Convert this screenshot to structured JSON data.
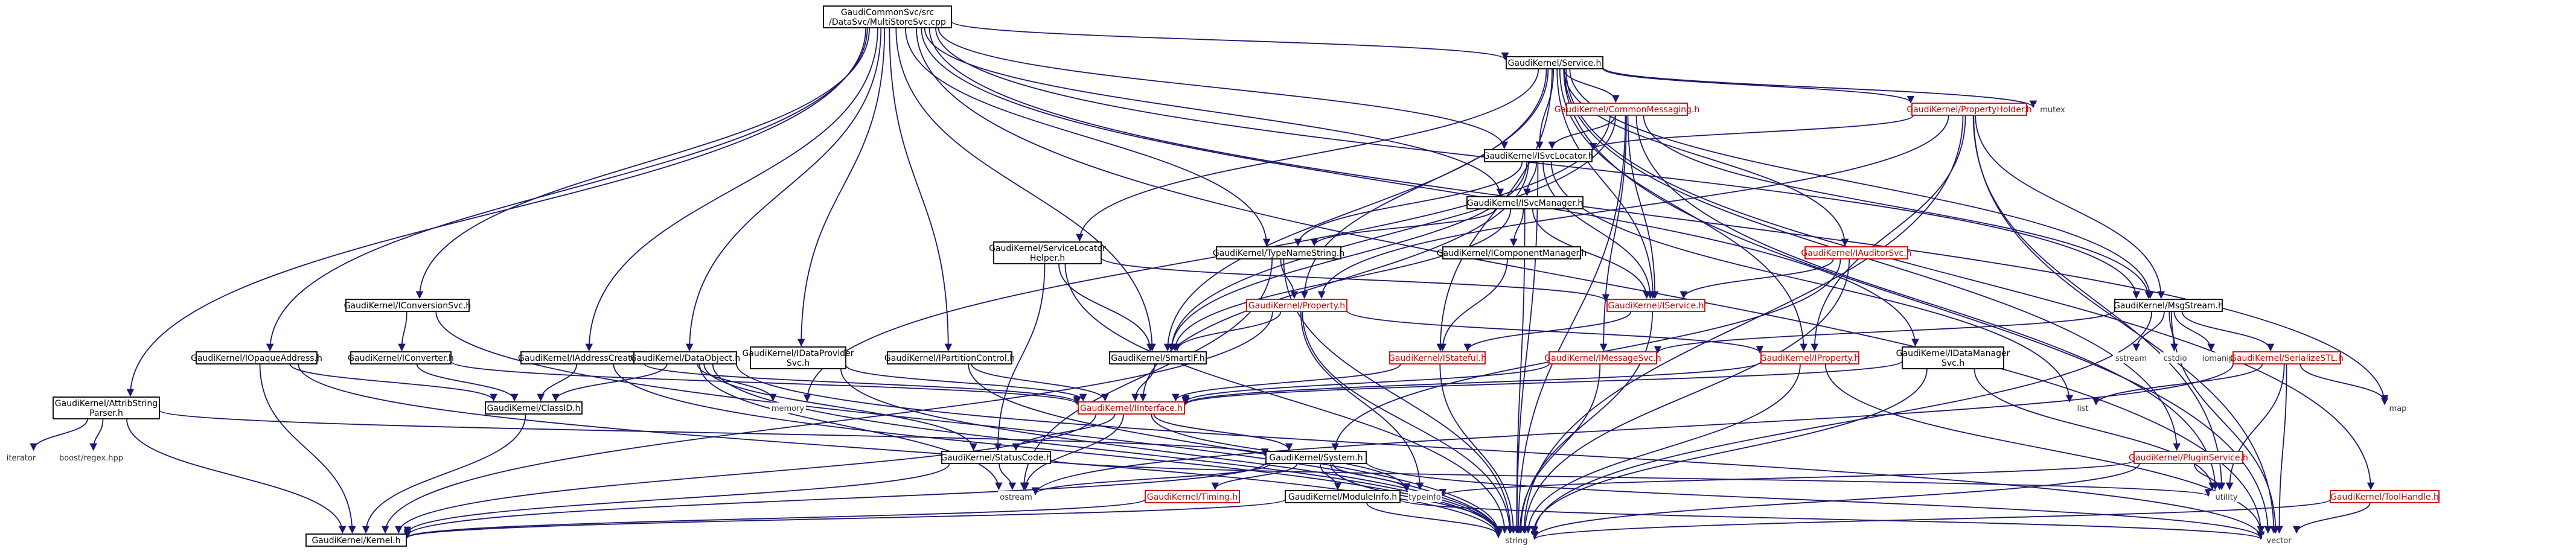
{
  "diagram": {
    "kind": "include dependency graph",
    "colors": {
      "edge": "#191970",
      "box_border": "#000000",
      "box_border_red": "#cc0000",
      "root_fill": "#bfbfbf",
      "label": "#000000",
      "label_red": "#cc0000",
      "plain_label": "#333333"
    },
    "nodes": [
      {
        "id": "root",
        "lines": [
          "GaudiCommonSvc/src",
          "/DataSvc/MultiStoreSvc.cpp"
        ],
        "style": "root"
      },
      {
        "id": "service",
        "lines": [
          "GaudiKernel/Service.h"
        ],
        "style": "black"
      },
      {
        "id": "commonmsg",
        "lines": [
          "GaudiKernel/CommonMessaging.h"
        ],
        "style": "red"
      },
      {
        "id": "propholder",
        "lines": [
          "GaudiKernel/PropertyHolder.h"
        ],
        "style": "red"
      },
      {
        "id": "mutex",
        "lines": [
          "mutex"
        ],
        "style": "plain"
      },
      {
        "id": "isvclocator",
        "lines": [
          "GaudiKernel/ISvcLocator.h"
        ],
        "style": "black"
      },
      {
        "id": "isvcmanager",
        "lines": [
          "GaudiKernel/ISvcManager.h"
        ],
        "style": "black"
      },
      {
        "id": "servicelocator",
        "lines": [
          "GaudiKernel/ServiceLocator",
          "Helper.h"
        ],
        "style": "black"
      },
      {
        "id": "typenamestring",
        "lines": [
          "GaudiKernel/TypeNameString.h"
        ],
        "style": "black"
      },
      {
        "id": "icompmgr",
        "lines": [
          "GaudiKernel/IComponentManager.h"
        ],
        "style": "black"
      },
      {
        "id": "iauditorsvc",
        "lines": [
          "GaudiKernel/IAuditorSvc.h"
        ],
        "style": "red"
      },
      {
        "id": "iconversionsvc",
        "lines": [
          "GaudiKernel/IConversionSvc.h"
        ],
        "style": "black"
      },
      {
        "id": "property",
        "lines": [
          "GaudiKernel/Property.h"
        ],
        "style": "red"
      },
      {
        "id": "iservice",
        "lines": [
          "GaudiKernel/IService.h"
        ],
        "style": "red"
      },
      {
        "id": "msgstream",
        "lines": [
          "GaudiKernel/MsgStream.h"
        ],
        "style": "black"
      },
      {
        "id": "iopaqueaddress",
        "lines": [
          "GaudiKernel/IOpaqueAddress.h"
        ],
        "style": "black"
      },
      {
        "id": "iconverter",
        "lines": [
          "GaudiKernel/IConverter.h"
        ],
        "style": "black"
      },
      {
        "id": "iaddresscreator",
        "lines": [
          "GaudiKernel/IAddressCreator.h"
        ],
        "style": "black"
      },
      {
        "id": "dataobject",
        "lines": [
          "GaudiKernel/DataObject.h"
        ],
        "style": "black"
      },
      {
        "id": "idataprovider",
        "lines": [
          "GaudiKernel/IDataProvider",
          "Svc.h"
        ],
        "style": "black"
      },
      {
        "id": "ipartitioncontrol",
        "lines": [
          "GaudiKernel/IPartitionControl.h"
        ],
        "style": "black"
      },
      {
        "id": "smartif",
        "lines": [
          "GaudiKernel/SmartIF.h"
        ],
        "style": "black"
      },
      {
        "id": "istateful",
        "lines": [
          "GaudiKernel/IStateful.h"
        ],
        "style": "red"
      },
      {
        "id": "imessagesvc",
        "lines": [
          "GaudiKernel/IMessageSvc.h"
        ],
        "style": "red"
      },
      {
        "id": "iproperty",
        "lines": [
          "GaudiKernel/IProperty.h"
        ],
        "style": "red"
      },
      {
        "id": "idatamanager",
        "lines": [
          "GaudiKernel/IDataManager",
          "Svc.h"
        ],
        "style": "black"
      },
      {
        "id": "sstream",
        "lines": [
          "sstream"
        ],
        "style": "plain"
      },
      {
        "id": "cstdio",
        "lines": [
          "cstdio"
        ],
        "style": "plain"
      },
      {
        "id": "iomanip",
        "lines": [
          "iomanip"
        ],
        "style": "plain"
      },
      {
        "id": "serializestl",
        "lines": [
          "GaudiKernel/SerializeSTL.h"
        ],
        "style": "red"
      },
      {
        "id": "attribstring",
        "lines": [
          "GaudiKernel/AttribString",
          "Parser.h"
        ],
        "style": "black"
      },
      {
        "id": "classid",
        "lines": [
          "GaudiKernel/ClassID.h"
        ],
        "style": "black"
      },
      {
        "id": "memory",
        "lines": [
          "memory"
        ],
        "style": "plain"
      },
      {
        "id": "iinterface",
        "lines": [
          "GaudiKernel/IInterface.h"
        ],
        "style": "red"
      },
      {
        "id": "list",
        "lines": [
          "list"
        ],
        "style": "plain"
      },
      {
        "id": "map",
        "lines": [
          "map"
        ],
        "style": "plain"
      },
      {
        "id": "iterator",
        "lines": [
          "iterator"
        ],
        "style": "plain"
      },
      {
        "id": "boostregex",
        "lines": [
          "boost/regex.hpp"
        ],
        "style": "plain"
      },
      {
        "id": "statuscode",
        "lines": [
          "GaudiKernel/StatusCode.h"
        ],
        "style": "black"
      },
      {
        "id": "system",
        "lines": [
          "GaudiKernel/System.h"
        ],
        "style": "black"
      },
      {
        "id": "pluginservice",
        "lines": [
          "GaudiKernel/PluginService.h"
        ],
        "style": "red"
      },
      {
        "id": "utility",
        "lines": [
          "utility"
        ],
        "style": "plain"
      },
      {
        "id": "ostream",
        "lines": [
          "ostream"
        ],
        "style": "plain"
      },
      {
        "id": "typeinfo",
        "lines": [
          "typeinfo"
        ],
        "style": "plain"
      },
      {
        "id": "timing",
        "lines": [
          "GaudiKernel/Timing.h"
        ],
        "style": "red"
      },
      {
        "id": "moduleinfo",
        "lines": [
          "GaudiKernel/ModuleInfo.h"
        ],
        "style": "black"
      },
      {
        "id": "toolhandle",
        "lines": [
          "GaudiKernel/ToolHandle.h"
        ],
        "style": "red"
      },
      {
        "id": "kernel",
        "lines": [
          "GaudiKernel/Kernel.h"
        ],
        "style": "black"
      },
      {
        "id": "string",
        "lines": [
          "string"
        ],
        "style": "plain"
      },
      {
        "id": "vector",
        "lines": [
          "vector"
        ],
        "style": "plain"
      }
    ],
    "edges": [
      [
        "root",
        "service"
      ],
      [
        "root",
        "iconversionsvc"
      ],
      [
        "root",
        "iopaqueaddress"
      ],
      [
        "root",
        "iaddresscreator"
      ],
      [
        "root",
        "dataobject"
      ],
      [
        "root",
        "idataprovider"
      ],
      [
        "root",
        "ipartitioncontrol"
      ],
      [
        "root",
        "smartif"
      ],
      [
        "root",
        "typenamestring"
      ],
      [
        "root",
        "isvclocator"
      ],
      [
        "root",
        "isvcmanager"
      ],
      [
        "root",
        "msgstream"
      ],
      [
        "root",
        "idatamanager"
      ],
      [
        "root",
        "attribstring"
      ],
      [
        "root",
        "map"
      ],
      [
        "root",
        "vector"
      ],
      [
        "service",
        "commonmsg"
      ],
      [
        "service",
        "propholder"
      ],
      [
        "service",
        "mutex"
      ],
      [
        "service",
        "isvclocator"
      ],
      [
        "service",
        "iauditorsvc"
      ],
      [
        "service",
        "iservice"
      ],
      [
        "service",
        "servicelocator"
      ],
      [
        "service",
        "smartif"
      ],
      [
        "service",
        "istateful"
      ],
      [
        "service",
        "iproperty"
      ],
      [
        "service",
        "msgstream"
      ],
      [
        "service",
        "property"
      ],
      [
        "service",
        "pluginservice"
      ],
      [
        "service",
        "toolhandle"
      ],
      [
        "service",
        "vector"
      ],
      [
        "commonmsg",
        "isvclocator"
      ],
      [
        "commonmsg",
        "iservice"
      ],
      [
        "commonmsg",
        "imessagesvc"
      ],
      [
        "commonmsg",
        "msgstream"
      ],
      [
        "commonmsg",
        "smartif"
      ],
      [
        "commonmsg",
        "string"
      ],
      [
        "commonmsg",
        "utility"
      ],
      [
        "commonmsg",
        "memory"
      ],
      [
        "propholder",
        "isvclocator"
      ],
      [
        "propholder",
        "iproperty"
      ],
      [
        "propholder",
        "msgstream"
      ],
      [
        "propholder",
        "property"
      ],
      [
        "propholder",
        "string"
      ],
      [
        "propholder",
        "vector"
      ],
      [
        "propholder",
        "utility"
      ],
      [
        "isvclocator",
        "isvcmanager"
      ],
      [
        "isvclocator",
        "iservice"
      ],
      [
        "isvclocator",
        "typenamestring"
      ],
      [
        "isvclocator",
        "smartif"
      ],
      [
        "isvclocator",
        "iinterface"
      ],
      [
        "isvclocator",
        "string"
      ],
      [
        "isvclocator",
        "list"
      ],
      [
        "isvcmanager",
        "icompmgr"
      ],
      [
        "isvcmanager",
        "iservice"
      ],
      [
        "isvcmanager",
        "typenamestring"
      ],
      [
        "isvcmanager",
        "smartif"
      ],
      [
        "isvcmanager",
        "string"
      ],
      [
        "servicelocator",
        "smartif"
      ],
      [
        "servicelocator",
        "iservice"
      ],
      [
        "servicelocator",
        "statuscode"
      ],
      [
        "servicelocator",
        "string"
      ],
      [
        "typenamestring",
        "property"
      ],
      [
        "typenamestring",
        "string"
      ],
      [
        "typenamestring",
        "ostream"
      ],
      [
        "icompmgr",
        "istateful"
      ],
      [
        "iauditorsvc",
        "iservice"
      ],
      [
        "iauditorsvc",
        "system"
      ],
      [
        "iauditorsvc",
        "string"
      ],
      [
        "iconversionsvc",
        "iconverter"
      ],
      [
        "iconversionsvc",
        "string"
      ],
      [
        "property",
        "smartif"
      ],
      [
        "property",
        "iproperty"
      ],
      [
        "property",
        "kernel"
      ],
      [
        "property",
        "string"
      ],
      [
        "property",
        "typeinfo"
      ],
      [
        "iservice",
        "istateful"
      ],
      [
        "iservice",
        "string"
      ],
      [
        "msgstream",
        "imessagesvc"
      ],
      [
        "msgstream",
        "sstream"
      ],
      [
        "msgstream",
        "cstdio"
      ],
      [
        "msgstream",
        "iomanip"
      ],
      [
        "msgstream",
        "serializestl"
      ],
      [
        "msgstream",
        "string"
      ],
      [
        "msgstream",
        "vector"
      ],
      [
        "iopaqueaddress",
        "classid"
      ],
      [
        "iopaqueaddress",
        "kernel"
      ],
      [
        "iopaqueaddress",
        "string"
      ],
      [
        "iconverter",
        "iinterface"
      ],
      [
        "iconverter",
        "classid"
      ],
      [
        "iaddresscreator",
        "iinterface"
      ],
      [
        "iaddresscreator",
        "classid"
      ],
      [
        "iaddresscreator",
        "string"
      ],
      [
        "dataobject",
        "classid"
      ],
      [
        "dataobject",
        "statuscode"
      ],
      [
        "dataobject",
        "memory"
      ],
      [
        "dataobject",
        "string"
      ],
      [
        "dataobject",
        "vector"
      ],
      [
        "dataobject",
        "ostream"
      ],
      [
        "idataprovider",
        "iinterface"
      ],
      [
        "idataprovider",
        "string"
      ],
      [
        "ipartitioncontrol",
        "iinterface"
      ],
      [
        "ipartitioncontrol",
        "string"
      ],
      [
        "smartif",
        "iinterface"
      ],
      [
        "istateful",
        "iinterface"
      ],
      [
        "istateful",
        "string"
      ],
      [
        "imessagesvc",
        "iinterface"
      ],
      [
        "imessagesvc",
        "string"
      ],
      [
        "iproperty",
        "iinterface"
      ],
      [
        "iproperty",
        "string"
      ],
      [
        "iproperty",
        "vector"
      ],
      [
        "idatamanager",
        "iinterface"
      ],
      [
        "idatamanager",
        "string"
      ],
      [
        "idatamanager",
        "utility"
      ],
      [
        "serializestl",
        "list"
      ],
      [
        "serializestl",
        "map"
      ],
      [
        "serializestl",
        "utility"
      ],
      [
        "serializestl",
        "vector"
      ],
      [
        "serializestl",
        "ostream"
      ],
      [
        "attribstring",
        "iterator"
      ],
      [
        "attribstring",
        "boostregex"
      ],
      [
        "attribstring",
        "kernel"
      ],
      [
        "attribstring",
        "system"
      ],
      [
        "classid",
        "kernel"
      ],
      [
        "iinterface",
        "statuscode"
      ],
      [
        "iinterface",
        "system"
      ],
      [
        "iinterface",
        "kernel"
      ],
      [
        "iinterface",
        "ostream"
      ],
      [
        "iinterface",
        "typeinfo"
      ],
      [
        "statuscode",
        "kernel"
      ],
      [
        "statuscode",
        "ostream"
      ],
      [
        "statuscode",
        "utility"
      ],
      [
        "system",
        "moduleinfo"
      ],
      [
        "system",
        "timing"
      ],
      [
        "system",
        "kernel"
      ],
      [
        "system",
        "string"
      ],
      [
        "system",
        "vector"
      ],
      [
        "system",
        "typeinfo"
      ],
      [
        "system",
        "ostream"
      ],
      [
        "pluginservice",
        "utility"
      ],
      [
        "pluginservice",
        "typeinfo"
      ],
      [
        "pluginservice",
        "string"
      ],
      [
        "timing",
        "kernel"
      ],
      [
        "moduleinfo",
        "kernel"
      ],
      [
        "moduleinfo",
        "string"
      ],
      [
        "moduleinfo",
        "vector"
      ],
      [
        "toolhandle",
        "string"
      ],
      [
        "toolhandle",
        "vector"
      ]
    ]
  }
}
